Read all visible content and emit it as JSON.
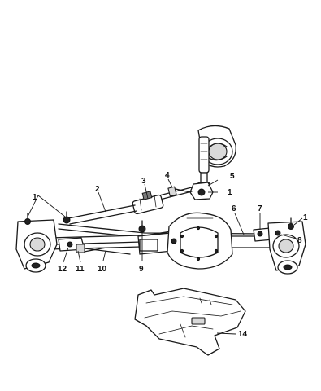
{
  "callouts": {
    "c1a": "1",
    "c1b": "1",
    "c1c": "1",
    "c2": "2",
    "c3": "3",
    "c4": "4",
    "c5": "5",
    "c6": "6",
    "c7": "7",
    "c8": "8",
    "c9": "9",
    "c10": "10",
    "c11": "11",
    "c12": "12",
    "c14": "14"
  }
}
